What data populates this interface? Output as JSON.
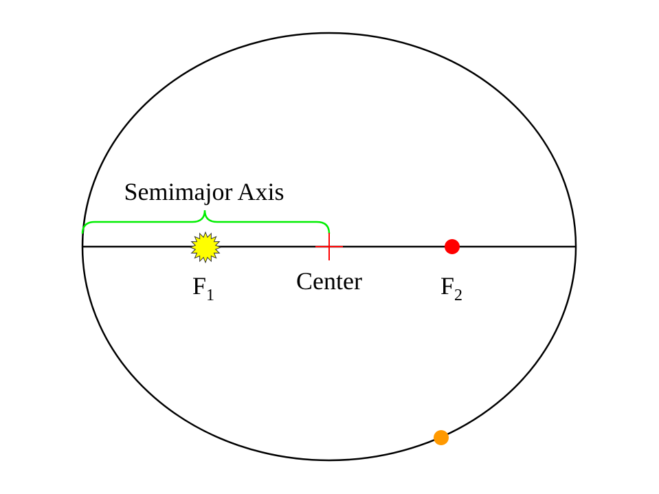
{
  "labels": {
    "semimajor_axis": "Semimajor Axis",
    "center": "Center",
    "focus1_letter": "F",
    "focus1_sub": "1",
    "focus2_letter": "F",
    "focus2_sub": "2"
  },
  "colors": {
    "ellipse": "#000000",
    "axis_line": "#000000",
    "brace": "#00ee00",
    "center_mark": "#ff0000",
    "sun_fill": "#ffff00",
    "sun_stroke": "#333333",
    "focus2": "#ff0000",
    "planet": "#ff9900"
  },
  "icons": {
    "sun": "sun-icon",
    "center": "plus-cross-icon",
    "focus2": "dot-icon",
    "planet": "dot-icon"
  }
}
